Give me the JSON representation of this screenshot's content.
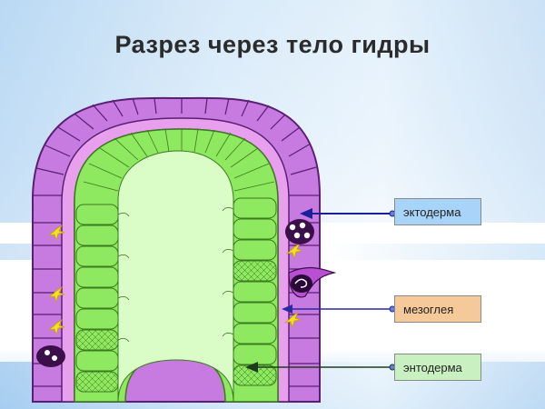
{
  "title": "Разрез через тело гидры",
  "labels": {
    "ectoderm": "эктодерма",
    "mesoglea": "мезоглея",
    "endoderm": "энтодерма"
  },
  "colors": {
    "ectoderm_fill": "#c77ae0",
    "ectoderm_stroke": "#5a1f74",
    "mesoglea_fill": "#e8a0ee",
    "endoderm_fill": "#8ee860",
    "endoderm_stroke": "#3b7a1e",
    "cavity_fill": "#dafcc7",
    "ectoderm_label_bg": "#a8d4fa",
    "mesoglea_label_bg": "#f6c99a",
    "endoderm_label_bg": "#c9f0c0",
    "arrow_ectoderm": "#1a1f9a",
    "arrow_mesoglea": "#2a2aa0",
    "arrow_endoderm": "#1e3d1e"
  }
}
